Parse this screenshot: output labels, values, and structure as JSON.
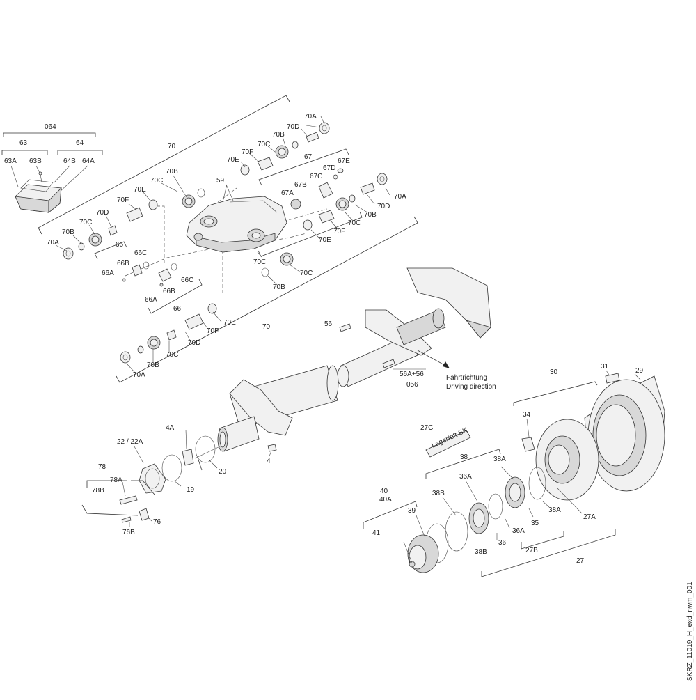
{
  "drawing_id": "SKRZ_11019_H_exd_nwm_001",
  "notes": {
    "direction_de": "Fahrtrichtung",
    "direction_en": "Driving direction",
    "grease_label": "Lagerfett SK"
  },
  "labels": {
    "l_064": "064",
    "l_63": "63",
    "l_64": "64",
    "l_63A": "63A",
    "l_63B": "63B",
    "l_64B": "64B",
    "l_64A": "64A",
    "l_70_top": "70",
    "l_70_bottom": "70",
    "l_70A_top": "70A",
    "l_70D_top": "70D",
    "l_70B_top": "70B",
    "l_70C_top": "70C",
    "l_70F_top": "70F",
    "l_70E_top": "70E",
    "l_67": "67",
    "l_67E": "67E",
    "l_67D": "67D",
    "l_67C": "67C",
    "l_67B": "67B",
    "l_67A": "67A",
    "l_70A_r": "70A",
    "l_70D_r": "70D",
    "l_70B_r": "70B",
    "l_70C_r": "70C",
    "l_70F_r": "70F",
    "l_70E_r": "70E",
    "l_59": "59",
    "l_70B_ml": "70B",
    "l_70C_ml": "70C",
    "l_70E_ml": "70E",
    "l_70F_ml": "70F",
    "l_70D_ml": "70D",
    "l_70C_l": "70C",
    "l_70B_l": "70B",
    "l_70A_l": "70A",
    "l_66_top": "66",
    "l_66C_top": "66C",
    "l_66B_top": "66B",
    "l_66A_top": "66A",
    "l_66C_b": "66C",
    "l_66B_b": "66B",
    "l_66A_b": "66A",
    "l_66_b": "66",
    "l_70C_cm": "70C",
    "l_70B_cm": "70B",
    "l_70C_cr": "70C",
    "l_70E_b": "70E",
    "l_70F_b": "70F",
    "l_70D_b": "70D",
    "l_70C_b": "70C",
    "l_70B_b": "70B",
    "l_70A_b": "70A",
    "l_56": "56",
    "l_56A56": "56A+56",
    "l_056": "056",
    "l_30": "30",
    "l_31": "31",
    "l_29": "29",
    "l_34": "34",
    "l_27C": "27C",
    "l_38": "38",
    "l_38A_t": "38A",
    "l_36A_t": "36A",
    "l_38B_t": "38B",
    "l_40": "40",
    "l_40A": "40A",
    "l_39": "39",
    "l_41": "41",
    "l_36": "36",
    "l_36A_b": "36A",
    "l_35": "35",
    "l_38A_b": "38A",
    "l_27A": "27A",
    "l_27B": "27B",
    "l_38B_b": "38B",
    "l_27": "27",
    "l_4A": "4A",
    "l_22": "22 / 22A",
    "l_20": "20",
    "l_19": "19",
    "l_4": "4",
    "l_78": "78",
    "l_78A": "78A",
    "l_78B": "78B",
    "l_76": "76",
    "l_76B": "76B"
  }
}
